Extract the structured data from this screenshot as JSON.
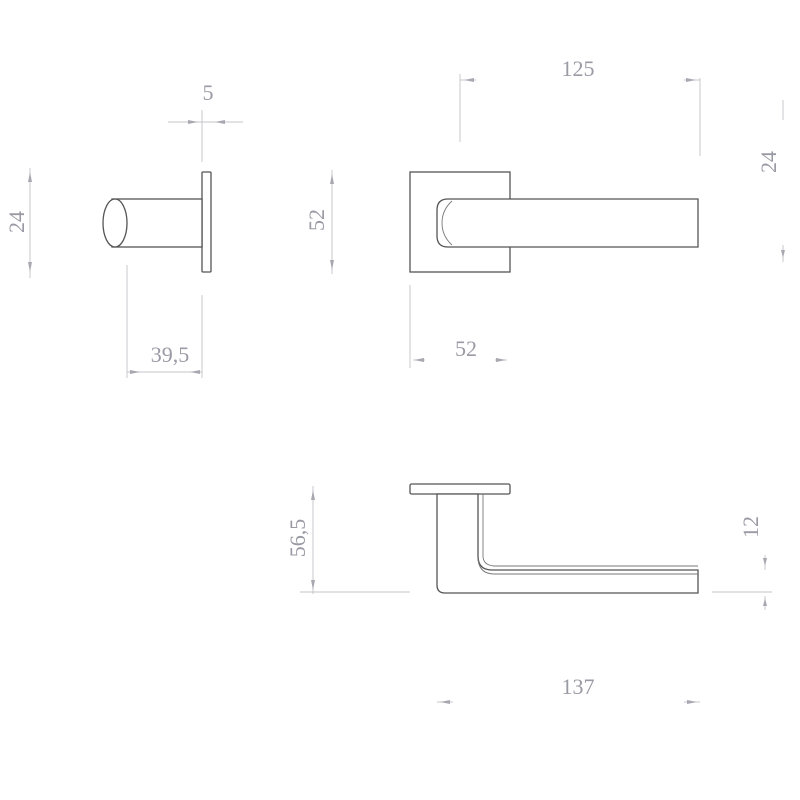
{
  "drawing": {
    "side_view": {
      "width_plate": "5",
      "height_rose": "24",
      "projection": "39,5"
    },
    "front_view": {
      "rose_height": "52",
      "rose_width": "52",
      "lever_length": "125",
      "lever_height": "24"
    },
    "top_view": {
      "height": "56,5",
      "lever_thickness": "12",
      "total_length": "137"
    }
  }
}
